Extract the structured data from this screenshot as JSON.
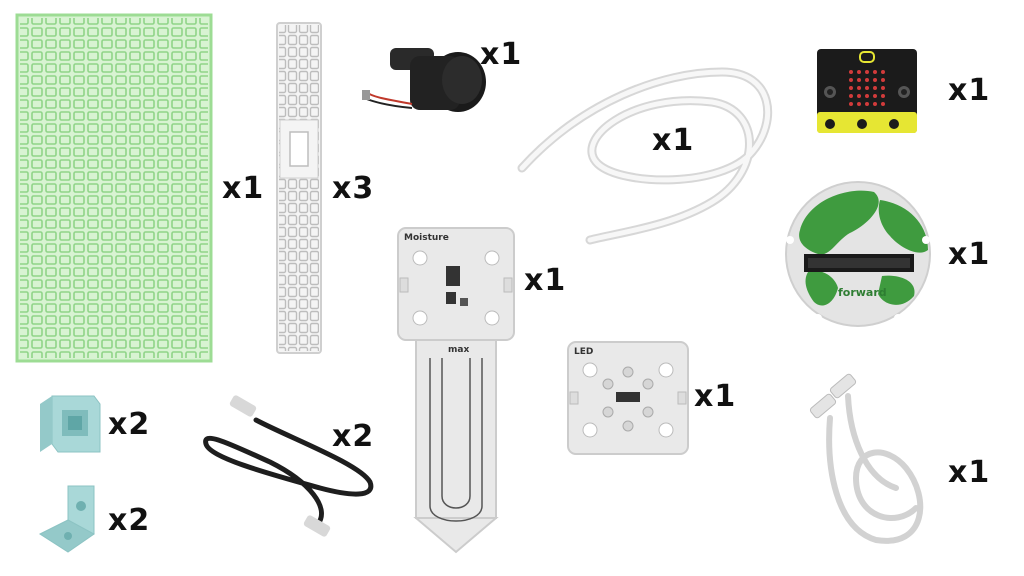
{
  "items": {
    "green_grid": {
      "qty": "x1"
    },
    "white_bar": {
      "qty": "x3"
    },
    "pump": {
      "qty": "x1"
    },
    "tube": {
      "qty": "x1"
    },
    "microbit": {
      "qty": "x1"
    },
    "expansion_board": {
      "qty": "x1",
      "brand": "forward"
    },
    "moisture_sensor": {
      "qty": "x1",
      "label": "Moisture",
      "max_label": "max"
    },
    "led_module": {
      "qty": "x1",
      "label": "LED"
    },
    "cube_connector": {
      "qty": "x2"
    },
    "angle_connector": {
      "qty": "x2"
    },
    "black_cable": {
      "qty": "x2"
    },
    "white_cable": {
      "qty": "x1"
    }
  },
  "colors": {
    "grid": "#bfeab5",
    "teal": "#a9d8d8",
    "pcb": "#e9e9e9",
    "map_green": "#3f9b3f"
  }
}
